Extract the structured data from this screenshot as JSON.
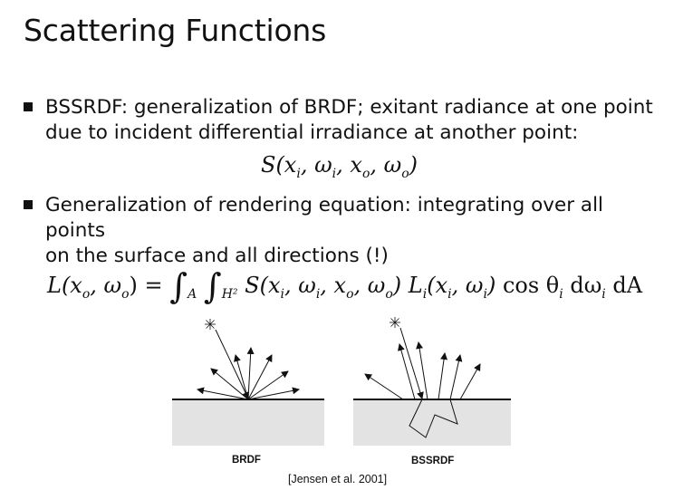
{
  "slide": {
    "title": "Scattering Functions",
    "bullets": [
      {
        "text_line1": "BSSRDF: generalization of BRDF; exitant radiance at one point",
        "text_line2": "due to incident differential irradiance at another point:"
      },
      {
        "text_line1": "Generalization of rendering equation: integrating over all points",
        "text_line2": "on the surface and all directions (!)"
      }
    ],
    "equation1": {
      "text": "S(x",
      "sub_i": "i",
      "rest1": ", ω",
      "rest2": ", x",
      "sub_o": "o",
      "rest3": ", ω",
      "close": ")"
    },
    "equation2": {
      "lhs": "L(x",
      "sub_o": "o",
      "lhs_omega": ", ω",
      "lhs_close": ") =",
      "int_symbol": "∫",
      "int_sub_a": "A",
      "int_sub_h": "H²",
      "s_term": "S(x",
      "sub_i": "i",
      "comma_omega": ", ω",
      "comma_x": ", x",
      "close": ")",
      "l_term": " L",
      "l_args": "(x",
      "cos_term": " cos θ",
      "dw_term": " dω",
      "da_term": " dA"
    },
    "figure": {
      "left_caption": "BRDF",
      "right_caption": "BSSRDF",
      "light_icon": "sun-icon"
    },
    "citation": "[Jensen et al. 2001]"
  }
}
